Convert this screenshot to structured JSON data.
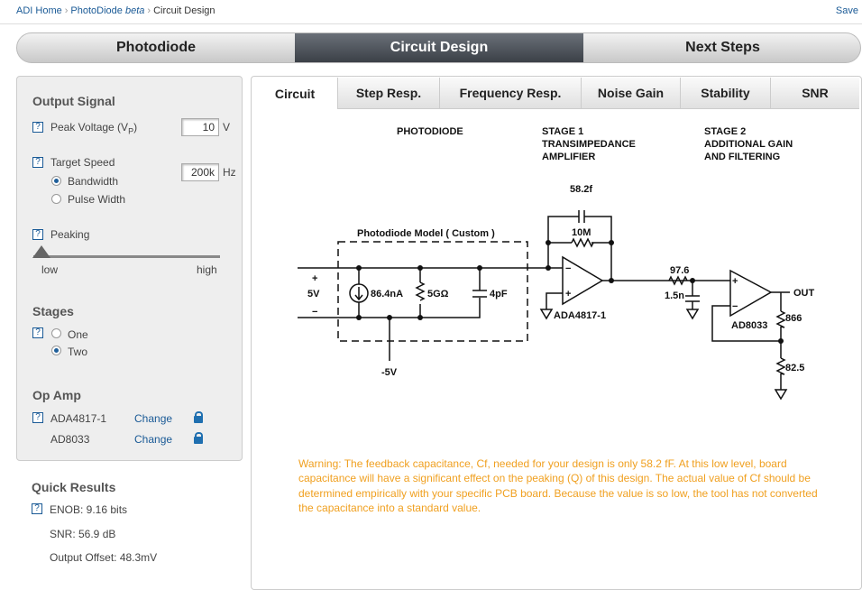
{
  "breadcrumb": {
    "home": "ADI Home",
    "app": "PhotoDiode",
    "app_suffix": "beta",
    "current": "Circuit Design"
  },
  "save_label": "Save",
  "nav": {
    "steps": [
      "Photodiode",
      "Circuit Design",
      "Next Steps"
    ],
    "active": "Circuit Design"
  },
  "left": {
    "output_signal": {
      "title": "Output Signal",
      "peak_voltage_label": "Peak Voltage (V",
      "peak_voltage_sub": "P",
      "peak_voltage_close": ")",
      "peak_voltage_value": "10",
      "peak_voltage_unit": "V",
      "target_speed_label": "Target Speed",
      "target_speed_value": "200k",
      "target_speed_unit": "Hz",
      "bandwidth": "Bandwidth",
      "pulse_width": "Pulse Width",
      "selected": "Bandwidth",
      "peaking_label": "Peaking",
      "peaking_low": "low",
      "peaking_high": "high",
      "peaking_value": 0
    },
    "stages": {
      "title": "Stages",
      "one": "One",
      "two": "Two",
      "selected": "Two"
    },
    "op_amp": {
      "title": "Op Amp",
      "items": [
        {
          "name": "ADA4817-1",
          "action": "Change"
        },
        {
          "name": "AD8033",
          "action": "Change"
        }
      ]
    },
    "quick_results": {
      "title": "Quick Results",
      "enob": "ENOB: 9.16 bits",
      "snr": "SNR: 56.9 dB",
      "offset": "Output Offset: 48.3mV"
    },
    "help_glyph": "?"
  },
  "tabs": [
    "Circuit",
    "Step Resp.",
    "Frequency Resp.",
    "Noise Gain",
    "Stability",
    "SNR"
  ],
  "active_tab": "Circuit",
  "schematic": {
    "photodiode_header": "PHOTODIODE",
    "stage1": [
      "STAGE 1",
      "TRANSIMPEDANCE",
      "AMPLIFIER"
    ],
    "stage2": [
      "STAGE 2",
      "ADDITIONAL GAIN",
      "AND FILTERING"
    ],
    "model_label": "Photodiode Model ( Custom )",
    "bias_plus": "+",
    "bias_value": "5V",
    "bias_minus": "−",
    "current": "86.4nA",
    "shunt_r": "5GΩ",
    "junction_c": "4pF",
    "neg_supply": "-5V",
    "cf": "58.2f",
    "rf": "10M",
    "opamp1": "ADA4817-1",
    "r_filter": "97.6",
    "c_filter": "1.5n",
    "opamp2": "AD8033",
    "r_gain_top": "866",
    "r_gain_bottom": "82.5",
    "out": "OUT",
    "minus_sign": "−",
    "plus_sign": "+"
  },
  "warning": "Warning: The feedback capacitance, Cf, needed for your design is only 58.2 fF. At this low level, board capacitance will have a significant effect on the peaking (Q) of this design. The actual value of Cf should be determined empirically with your specific PCB board. Because the value is so low, the tool has not converted the capacitance into a standard value.",
  "colors": {
    "link": "#1a5a96",
    "warning": "#f0a020",
    "active_nav": "#3b4047"
  }
}
